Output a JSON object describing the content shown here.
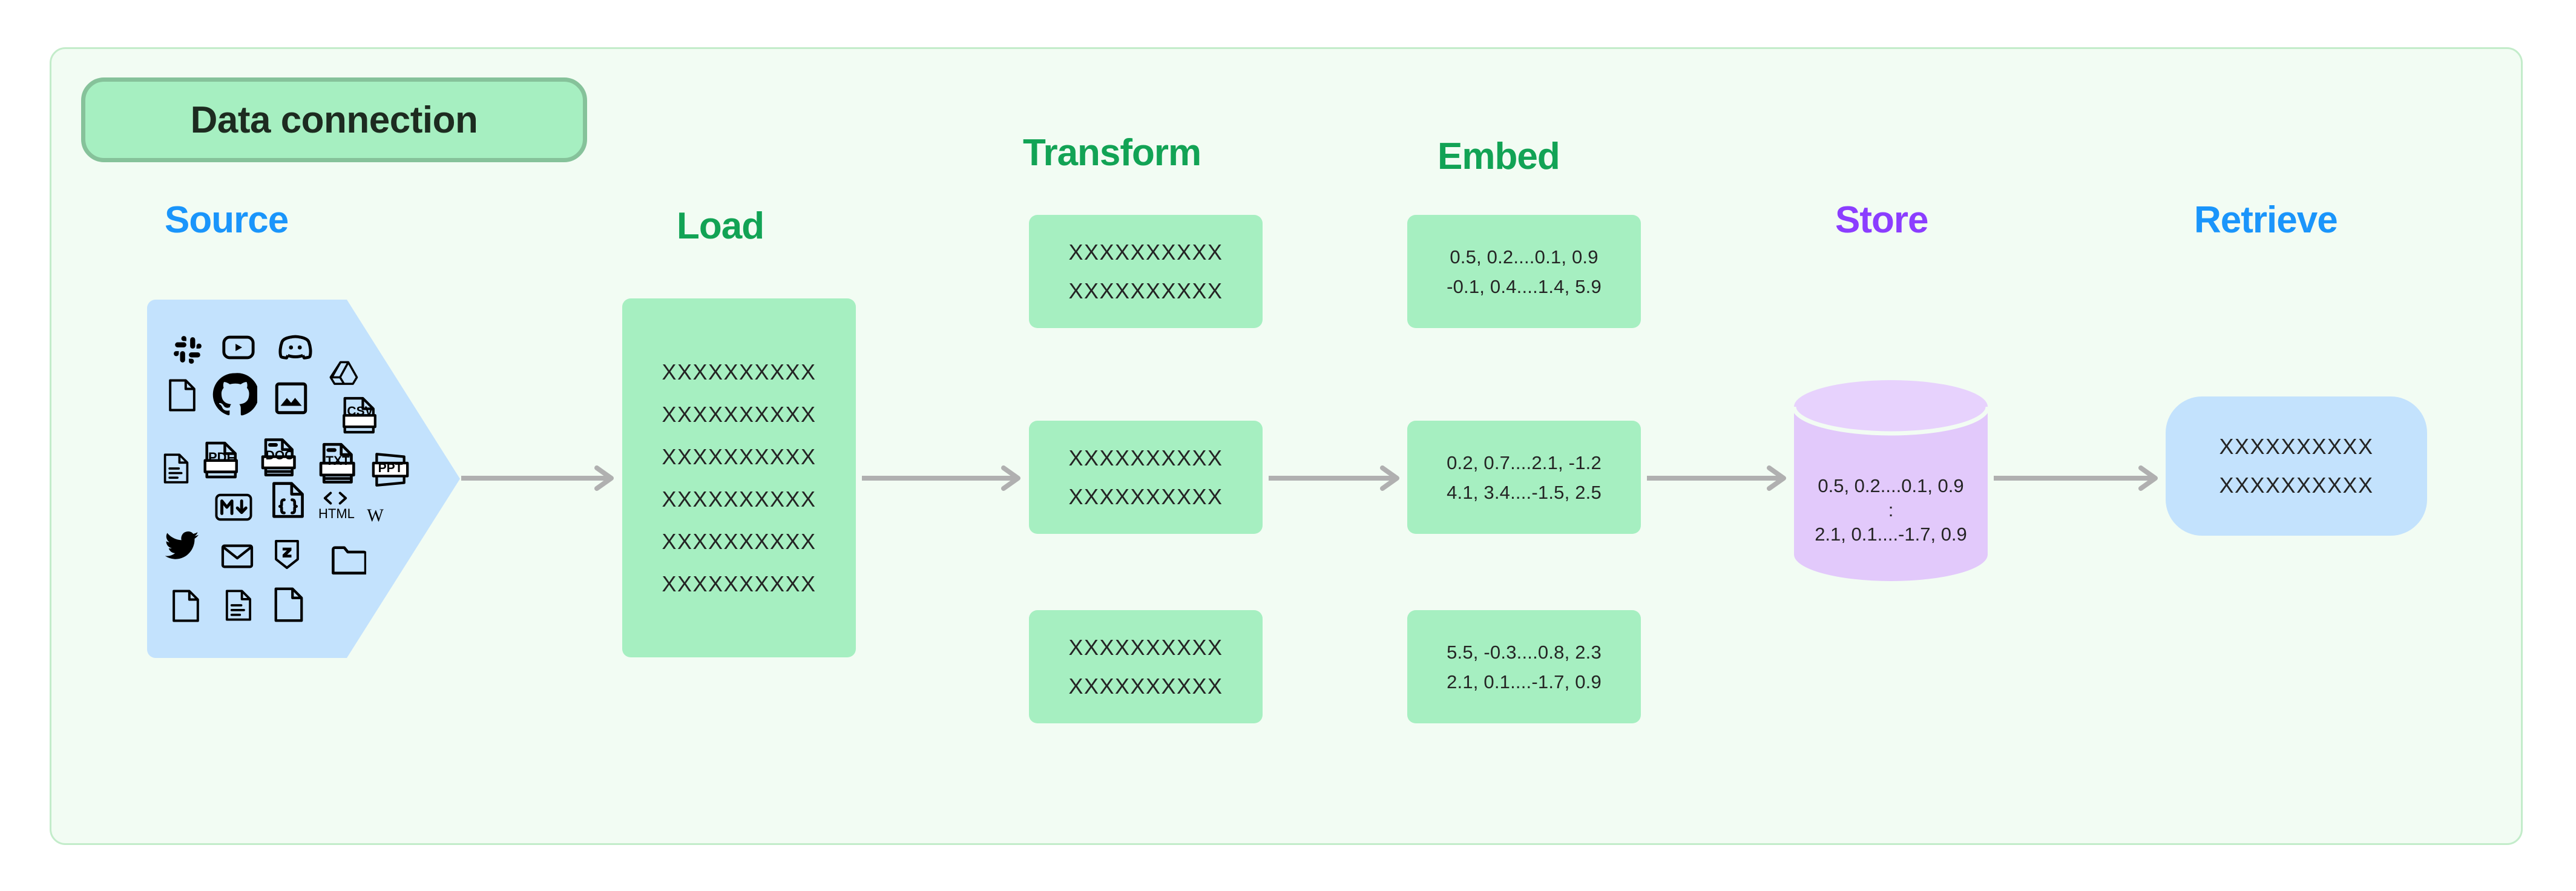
{
  "badge": {
    "label": "Data connection"
  },
  "colors": {
    "frame_bg": "#f2fcf3",
    "frame_border": "#c3ecca",
    "green_card": "#a6efc1",
    "green_text": "#12a355",
    "blue_shape": "#c3e2fd",
    "blue_text": "#1a95fb",
    "purple_shape": "#e2c9fb",
    "purple_text": "#8b3dff",
    "arrow": "#b0b0b0",
    "body_text": "#242424"
  },
  "stages": {
    "source": {
      "label": "Source"
    },
    "load": {
      "label": "Load"
    },
    "transform": {
      "label": "Transform"
    },
    "embed": {
      "label": "Embed"
    },
    "store": {
      "label": "Store"
    },
    "retrieve": {
      "label": "Retrieve"
    }
  },
  "source_icons": [
    "slack-icon",
    "youtube-icon",
    "discord-icon",
    "document-blank-icon",
    "github-icon",
    "image-icon",
    "google-drive-icon",
    "csv-file-icon",
    "document-lines-icon",
    "pdf-file-icon",
    "doc-file-icon",
    "txt-file-icon",
    "ppt-file-icon",
    "markdown-icon",
    "json-file-icon",
    "html-icon",
    "wikipedia-icon",
    "twitter-icon",
    "email-icon",
    "css3-icon",
    "folder-icon",
    "document-blank-icon-2",
    "document-lines-icon-2",
    "document-blank-icon-3"
  ],
  "load_rows": [
    "XXXXXXXXXX",
    "XXXXXXXXXX",
    "XXXXXXXXXX",
    "XXXXXXXXXX",
    "XXXXXXXXXX",
    "XXXXXXXXXX"
  ],
  "transform_cards": [
    {
      "rows": [
        "XXXXXXXXXX",
        "XXXXXXXXXX"
      ]
    },
    {
      "rows": [
        "XXXXXXXXXX",
        "XXXXXXXXXX"
      ]
    },
    {
      "rows": [
        "XXXXXXXXXX",
        "XXXXXXXXXX"
      ]
    }
  ],
  "embed_cards": [
    {
      "rows": [
        "0.5, 0.2....0.1, 0.9",
        "-0.1, 0.4....1.4, 5.9"
      ]
    },
    {
      "rows": [
        "0.2, 0.7....2.1, -1.2",
        "4.1, 3.4....-1.5, 2.5"
      ]
    },
    {
      "rows": [
        "5.5, -0.3....0.8, 2.3",
        "2.1, 0.1....-1.7, 0.9"
      ]
    }
  ],
  "store_rows": [
    "0.5, 0.2....0.1, 0.9",
    ":",
    "2.1, 0.1....-1.7, 0.9"
  ],
  "retrieve_rows": [
    "XXXXXXXXXX",
    "XXXXXXXXXX"
  ],
  "transform_labels": {
    "t0_r0": "XXXXXXXXXX",
    "t0_r1": "XXXXXXXXXX",
    "t1_r0": "XXXXXXXXXX",
    "t1_r1": "XXXXXXXXXX",
    "t2_r0": "XXXXXXXXXX",
    "t2_r1": "XXXXXXXXXX"
  },
  "embed_labels": {
    "e0_r0": "0.5, 0.2....0.1, 0.9",
    "e0_r1": "-0.1, 0.4....1.4, 5.9",
    "e1_r0": "0.2, 0.7....2.1, -1.2",
    "e1_r1": "4.1, 3.4....-1.5, 2.5",
    "e2_r0": "5.5, -0.3....0.8, 2.3",
    "e2_r1": "2.1, 0.1....-1.7, 0.9"
  },
  "store_labels": {
    "s_r0": "0.5, 0.2....0.1, 0.9",
    "s_r1": ":",
    "s_r2": "2.1, 0.1....-1.7, 0.9"
  },
  "retrieve_labels": {
    "r_r0": "XXXXXXXXXX",
    "r_r1": "XXXXXXXXXX"
  },
  "load_labels": {
    "l0": "XXXXXXXXXX",
    "l1": "XXXXXXXXXX",
    "l2": "XXXXXXXXXX",
    "l3": "XXXXXXXXXX",
    "l4": "XXXXXXXXXX",
    "l5": "XXXXXXXXXX"
  },
  "icon_text": {
    "html": "HTML",
    "csv": "CSV",
    "pdf": "PDF",
    "doc": "DOC",
    "txt": "TXT",
    "ppt": "PPT"
  },
  "arrows": [
    {
      "from": "source",
      "to": "load"
    },
    {
      "from": "load",
      "to": "transform"
    },
    {
      "from": "transform",
      "to": "embed"
    },
    {
      "from": "embed",
      "to": "store"
    },
    {
      "from": "store",
      "to": "retrieve"
    }
  ]
}
